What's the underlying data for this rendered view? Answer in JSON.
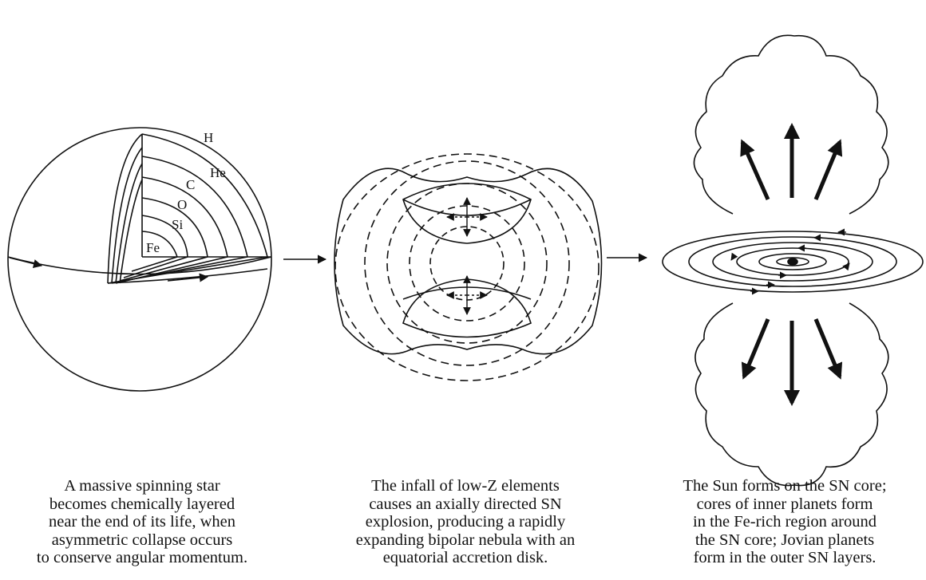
{
  "panels": [
    {
      "id": "star",
      "layer_labels": [
        "H",
        "He",
        "C",
        "O",
        "Si",
        "Fe"
      ],
      "caption": [
        "A massive spinning star",
        "becomes chemically layered",
        "near the end of its life, when",
        "asymmetric collapse occurs",
        "to conserve angular momentum."
      ]
    },
    {
      "id": "explosion",
      "caption": [
        "The infall of low-Z elements",
        "causes an axially directed SN",
        "explosion, producing a rapidly",
        "expanding bipolar nebula with an",
        "equatorial accretion disk."
      ]
    },
    {
      "id": "nebula",
      "caption": [
        "The Sun forms on the SN core;",
        "cores of inner planets form",
        "in the Fe-rich region around",
        "the SN core; Jovian planets",
        "form in the outer SN layers."
      ]
    }
  ]
}
